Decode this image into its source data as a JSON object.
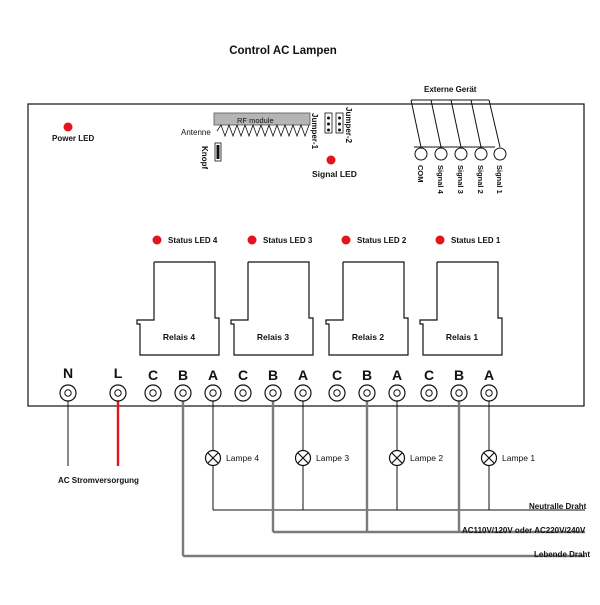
{
  "title": "Control AC Lampen",
  "external": {
    "label": "Externe Gerät",
    "terminals": [
      "COM",
      "Signal 4",
      "Signal 3",
      "Signal 2",
      "Signal 1"
    ]
  },
  "board": {
    "power_led": "Power LED",
    "rf_module": "RF module",
    "antenna": "Antenne",
    "button": "Knopf",
    "jumper1": "Jumper-1",
    "jumper2": "Jumper-2",
    "signal_led": "Signal LED"
  },
  "status_leds": [
    "Status LED 4",
    "Status LED 3",
    "Status LED 2",
    "Status LED 1"
  ],
  "relays": [
    "Relais 4",
    "Relais 3",
    "Relais 2",
    "Relais 1"
  ],
  "terminals": [
    "N",
    "L",
    "C",
    "B",
    "A",
    "C",
    "B",
    "A",
    "C",
    "B",
    "A",
    "C",
    "B",
    "A"
  ],
  "lamps": [
    "Lampe 4",
    "Lampe 3",
    "Lampe 2",
    "Lampe 1"
  ],
  "supply": "AC Stromversorgung",
  "lines": {
    "neutral": "Neutralle Draht",
    "voltage": "AC110V/120V oder AC220V/240V",
    "live": "Lebende Draht"
  },
  "colors": {
    "led": "#e3141b",
    "live_wire": "#e3141b",
    "bus_wire": "#7a7a7a"
  }
}
